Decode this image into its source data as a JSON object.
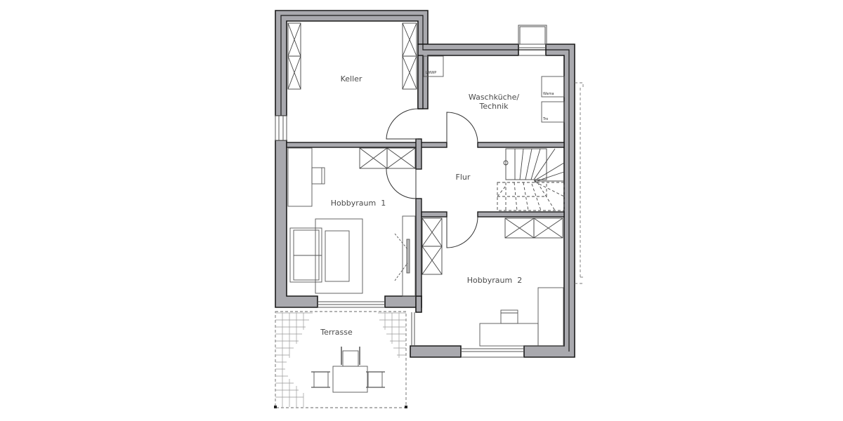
{
  "plan": {
    "type": "floor plan (basement level)",
    "colors": {
      "wall_fill": "#a9a9ae",
      "wall_line": "#1a1a1a",
      "furniture_line": "#555555",
      "label_text": "#4a4a4a",
      "background": "#ffffff"
    },
    "rooms": [
      {
        "id": "keller",
        "label": "Keller"
      },
      {
        "id": "waschkueche",
        "label_line1": "Waschküche/",
        "label_line2": "Technik"
      },
      {
        "id": "flur",
        "label": "Flur"
      },
      {
        "id": "hobbyraum1",
        "label": "Hobbyraum  1"
      },
      {
        "id": "hobbyraum2",
        "label": "Hobbyraum  2"
      },
      {
        "id": "terrasse",
        "label": "Terrasse"
      }
    ],
    "appliances": [
      {
        "id": "lwwp",
        "label": "LWWP"
      },
      {
        "id": "waschmaschine",
        "label": "Wama"
      },
      {
        "id": "trockner",
        "label": "Tro"
      }
    ]
  }
}
